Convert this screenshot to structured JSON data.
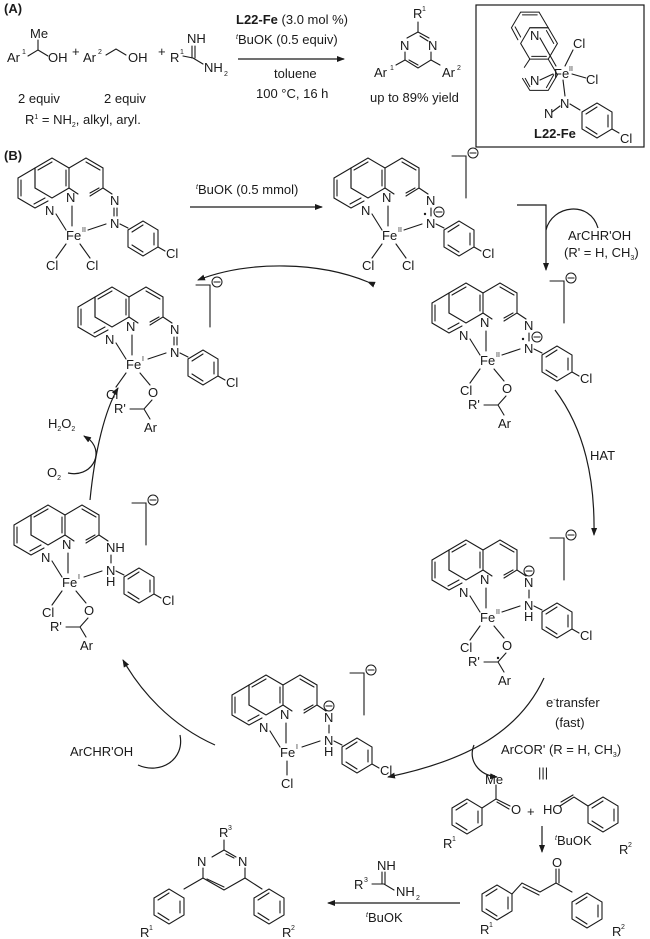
{
  "panel_a": {
    "label": "(A)",
    "reactant1": {
      "prefix": "Ar",
      "prefix_sup": "1",
      "me": "Me",
      "oh": "OH",
      "equiv": "2 equiv"
    },
    "plus1": "+",
    "reactant2": {
      "prefix": "Ar",
      "prefix_sup": "2",
      "oh": "OH",
      "equiv": "2 equiv"
    },
    "plus2": "+",
    "reactant3": {
      "nh": "NH",
      "r": "R",
      "r_sup": "1",
      "nh2": "NH",
      "nh2_sub": "2"
    },
    "r1_note": {
      "pre": "R",
      "sup": "1",
      "mid": " = NH",
      "sub": "2",
      "post": ", alkyl, aryl."
    },
    "conditions": {
      "catalyst_name": "L22-Fe",
      "catalyst_loading": " (3.0 mol %)",
      "base_prefix": "t",
      "base": "BuOK (0.5 equiv)",
      "solvent": "toluene",
      "temp_time": "100 °C, 16 h"
    },
    "product": {
      "r": "R",
      "r_sup": "1",
      "n": "N",
      "ar1": "Ar",
      "ar1_sup": "1",
      "ar2": "Ar",
      "ar2_sup": "2",
      "yield": "up to 89% yield"
    },
    "catalyst_box": {
      "label": "L22-Fe",
      "fe": "Fe",
      "fe_ox": "II",
      "cl": "Cl",
      "n": "N"
    }
  },
  "panel_b": {
    "label": "(B)",
    "step1_reagent_prefix": "t",
    "step1_reagent": "BuOK (0.5 mmol)",
    "alcohol_in": "ArCHR'OH",
    "alcohol_in_note": "(R' = H, CH",
    "alcohol_in_note_sub": "3",
    "alcohol_in_note_end": ")",
    "hat": "HAT",
    "etransfer": "e",
    "etransfer_sup": "-",
    "etransfer_rest": "transfer",
    "fast": "(fast)",
    "ketone_out": "ArCOR' (R = H, CH",
    "ketone_out_sub": "3",
    "ketone_out_end": ")",
    "identity": "|||",
    "alcohol_in2": "ArCHR'OH",
    "o2": "O",
    "o2_sub": "2",
    "h2o2": "H",
    "h2o2_sub1": "2",
    "h2o2_o": "O",
    "h2o2_sub2": "2",
    "complexes": [
      {
        "id": "precatalyst",
        "fe_ox": "II",
        "ligand": "N=N",
        "axial": [
          "Cl",
          "Cl"
        ]
      },
      {
        "id": "anion-radical",
        "fe_ox": "II",
        "ligand": "N-N•−",
        "axial": [
          "Cl",
          "Cl"
        ],
        "charge": "−"
      },
      {
        "id": "alkoxide-fe2",
        "fe_ox": "II",
        "ligand": "N-N•−",
        "axial": [
          "Cl",
          "O-CHR'Ar"
        ],
        "charge": "−"
      },
      {
        "id": "ketyl-fe2",
        "fe_ox": "II",
        "ligand": "N−-NH",
        "axial": [
          "Cl",
          "O-C•R'Ar"
        ],
        "charge": "−"
      },
      {
        "id": "fe1-hydrazido",
        "fe_ox": "I",
        "ligand": "N−-NH",
        "axial": [
          "Cl"
        ],
        "charge": "−"
      },
      {
        "id": "fe1-alkoxide-hydrazine",
        "fe_ox": "I",
        "ligand": "NH-NH",
        "axial": [
          "Cl",
          "O-CHR'Ar"
        ],
        "charge": "−"
      },
      {
        "id": "fe1-alkoxide-azo",
        "fe_ox": "I",
        "ligand": "N=N",
        "axial": [
          "Cl",
          "O-CHR'Ar"
        ],
        "charge": "−"
      }
    ],
    "labels": {
      "fe": "Fe",
      "n": "N",
      "nh": "NH",
      "h": "H",
      "cl": "Cl",
      "o": "O",
      "rp": "R'",
      "ar": "Ar",
      "me": "Me",
      "ho": "HO",
      "charge": "−"
    },
    "aldol": {
      "base_prefix": "t",
      "base": "BuOK",
      "r1": "R",
      "r1_sup": "1",
      "r2": "R",
      "r2_sup": "2"
    },
    "condensation": {
      "reagent_nh": "NH",
      "reagent_r": "R",
      "reagent_r_sup": "3",
      "reagent_nh2": "NH",
      "reagent_nh2_sub": "2",
      "base_prefix": "t",
      "base": "BuOK"
    },
    "final_product": {
      "r3": "R",
      "r3_sup": "3",
      "r1": "R",
      "r1_sup": "1",
      "r2": "R",
      "r2_sup": "2",
      "n": "N"
    }
  }
}
